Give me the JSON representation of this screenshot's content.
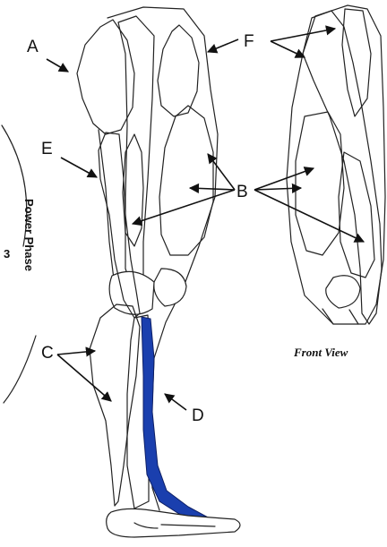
{
  "labels": {
    "a": "A",
    "b": "B",
    "c": "C",
    "d": "D",
    "e": "E",
    "f": "F"
  },
  "phase_number": "3",
  "phase_text": "Power Phase",
  "front_view_caption": "Front View",
  "muscle_colors": {
    "A": "#e0141e",
    "B": "#c0187a",
    "C": "#f7975a",
    "D": "#1a3fae",
    "E": "#f5c331",
    "F": "#1e7a1e"
  }
}
